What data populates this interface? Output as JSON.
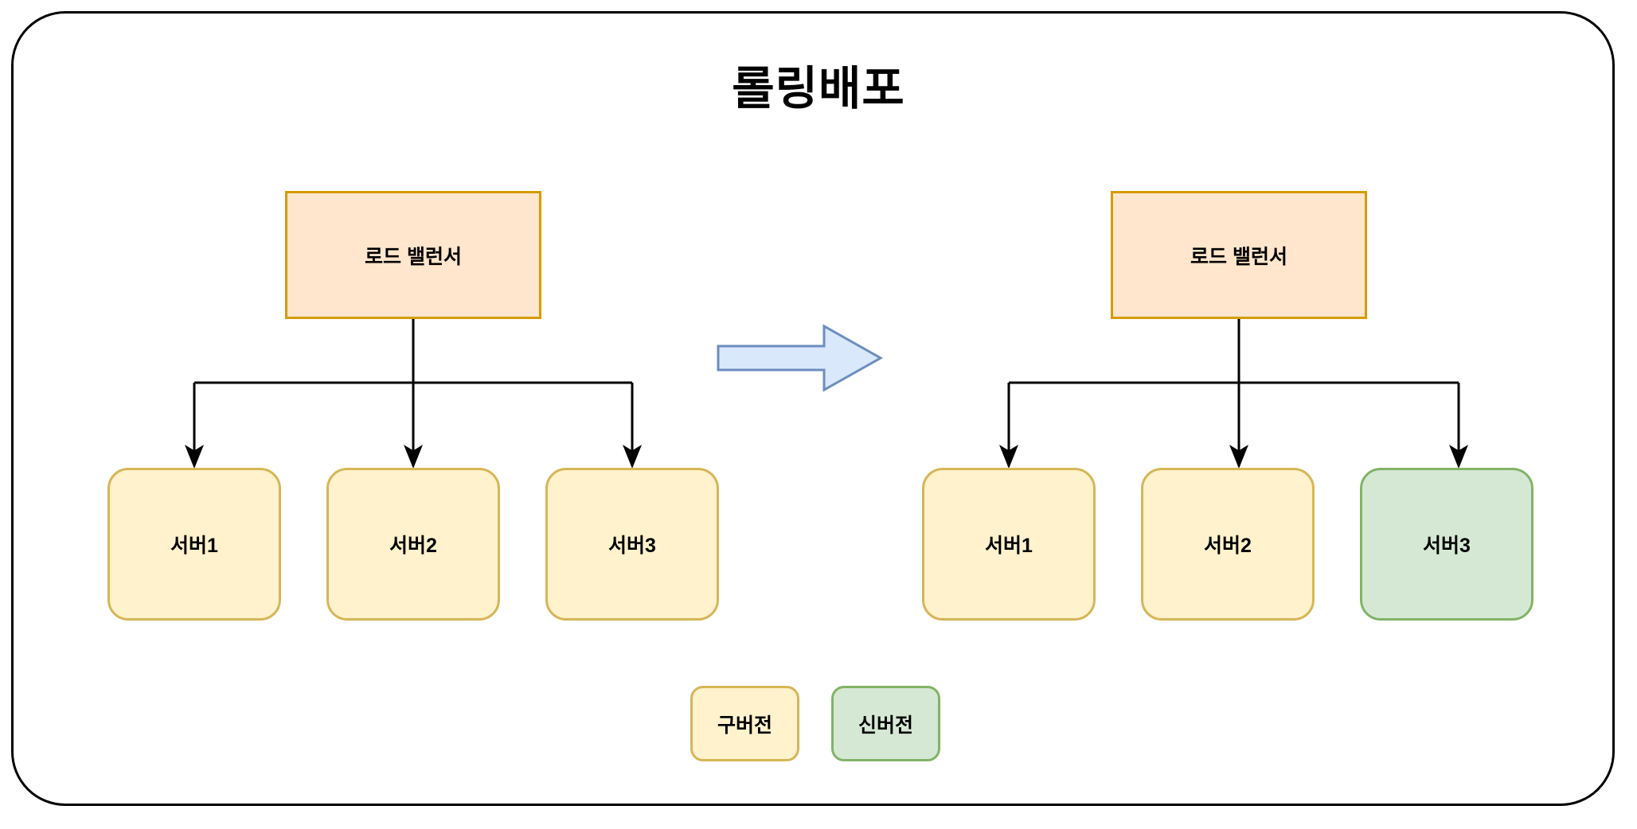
{
  "diagram": {
    "title": "롤링배포",
    "frame": {
      "border_color": "#000000"
    }
  },
  "palette": {
    "lb_fill": "#ffe6cc",
    "lb_stroke": "#d79b00",
    "old_fill": "#fff2cc",
    "old_stroke": "#d6b656",
    "new_fill": "#d5e8d4",
    "new_stroke": "#82b366",
    "arrow_fill": "#dae8fc",
    "arrow_stroke": "#6c8ebf",
    "connector": "#000000"
  },
  "before_stage": {
    "load_balancer": {
      "label": "로드 밸런서"
    },
    "servers": [
      {
        "label": "서버1",
        "version": "old"
      },
      {
        "label": "서버2",
        "version": "old"
      },
      {
        "label": "서버3",
        "version": "old"
      }
    ]
  },
  "transition": {
    "icon": "right-arrow-icon"
  },
  "after_stage": {
    "load_balancer": {
      "label": "로드 밸런서"
    },
    "servers": [
      {
        "label": "서버1",
        "version": "old"
      },
      {
        "label": "서버2",
        "version": "old"
      },
      {
        "label": "서버3",
        "version": "new"
      }
    ]
  },
  "legend": {
    "items": [
      {
        "label": "구버전",
        "version": "old"
      },
      {
        "label": "신버전",
        "version": "new"
      }
    ]
  }
}
